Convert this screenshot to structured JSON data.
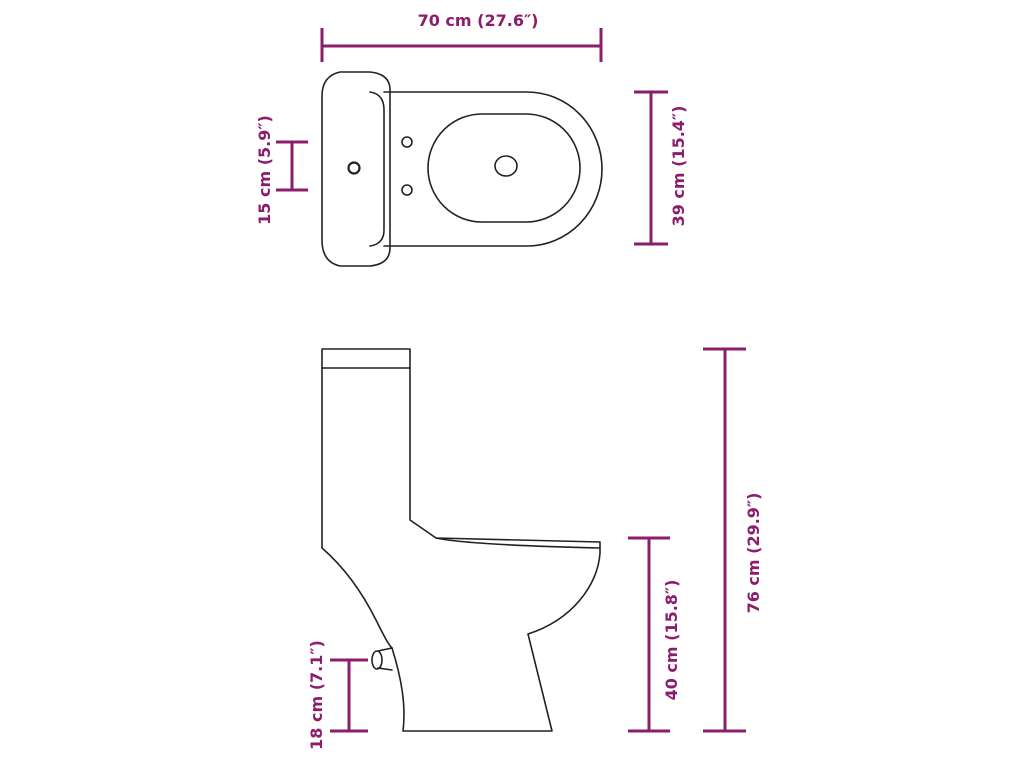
{
  "colors": {
    "dimension": "#8c1d6b",
    "outline": "#222222",
    "background": "#ffffff"
  },
  "top_view": {
    "width_label": "70 cm (27.6″)",
    "depth_label": "39 cm (15.4″)",
    "outlet_label": "15 cm (5.9″)"
  },
  "side_view": {
    "height_label": "76 cm (29.9″)",
    "seat_height_label": "40 cm (15.8″)",
    "outlet_height_label": "18 cm (7.1″)"
  }
}
